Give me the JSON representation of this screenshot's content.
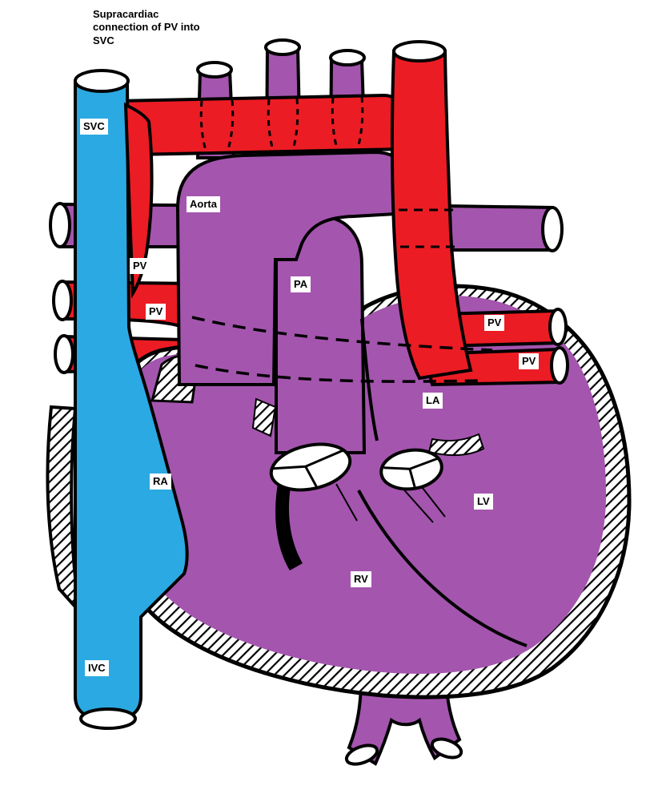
{
  "figure": {
    "title": "Supracardiac connection of PV into SVC",
    "labels": {
      "svc": "SVC",
      "aorta": "Aorta",
      "pv_left_upper": "PV",
      "pv_left_lower": "PV",
      "pa": "PA",
      "pv_right_upper": "PV",
      "pv_right_lower": "PV",
      "la": "LA",
      "ra": "RA",
      "lv": "LV",
      "rv": "RV",
      "ivc": "IVC"
    },
    "colors": {
      "venous-blue": "#2BA9E2",
      "anomalous-red": "#EC1C24",
      "mixed-purple": "#A455AE",
      "outline-black": "#000000",
      "background": "#FFFFFF"
    }
  }
}
